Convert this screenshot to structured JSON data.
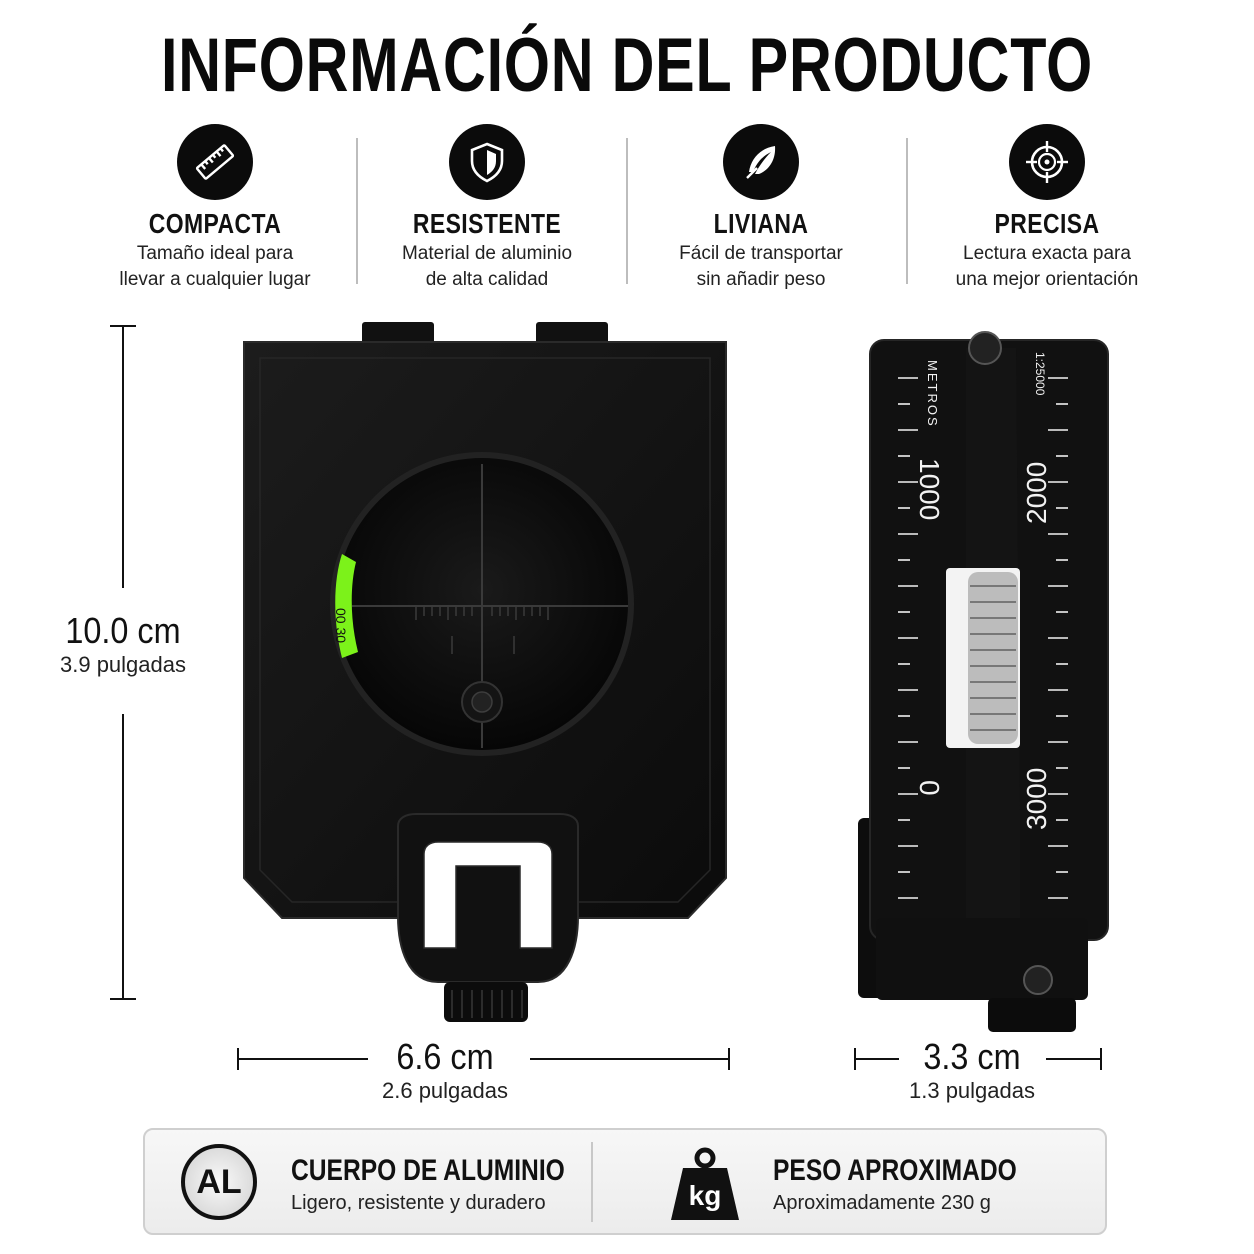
{
  "title": "INFORMACIÓN DEL PRODUCTO",
  "features": [
    {
      "icon": "ruler-icon",
      "title": "COMPACTA",
      "line1": "Tamaño ideal para",
      "line2": "llevar a cualquier lugar"
    },
    {
      "icon": "shield-icon",
      "title": "RESISTENTE",
      "line1": "Material de aluminio",
      "line2": "de alta calidad"
    },
    {
      "icon": "feather-icon",
      "title": "LIVIANA",
      "line1": "Fácil de transportar",
      "line2": "sin añadir peso"
    },
    {
      "icon": "target-icon",
      "title": "PRECISA",
      "line1": "Lectura exacta para",
      "line2": "una mejor orientación"
    }
  ],
  "dimensions": {
    "height": {
      "value": "10.0 cm",
      "sub": "3.9 pulgadas"
    },
    "width": {
      "value": "6.6 cm",
      "sub": "2.6 pulgadas"
    },
    "depth": {
      "value": "3.3 cm",
      "sub": "1.3 pulgadas"
    }
  },
  "compass_side": {
    "unit_label": "METROS",
    "scale_label": "1:25000",
    "left_scale": [
      "1000",
      "0"
    ],
    "right_scale": [
      "2000",
      "3000"
    ]
  },
  "bottom": {
    "material": {
      "badge": "AL",
      "title": "CUERPO DE ALUMINIO",
      "desc": "Ligero, resistente y duradero"
    },
    "weight": {
      "badge": "kg",
      "title": "PESO APROXIMADO",
      "desc": "Aproximadamente 230 g"
    }
  },
  "colors": {
    "accent": "#0b0b0b",
    "luminous": "#7cf21a",
    "panel": "#f2f2f2"
  }
}
